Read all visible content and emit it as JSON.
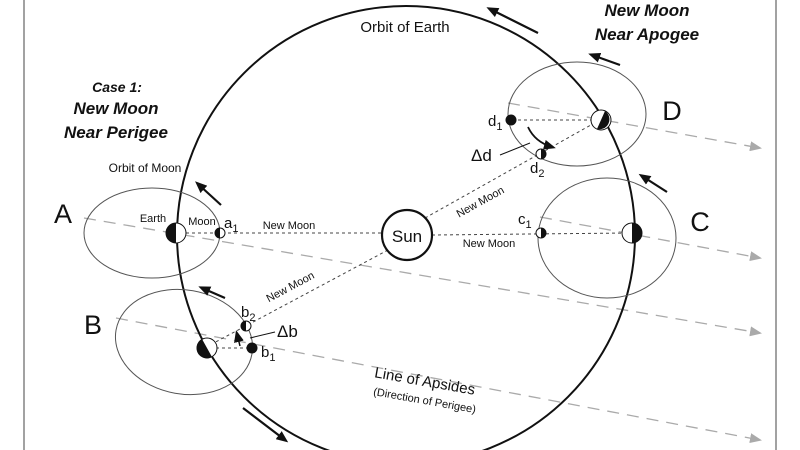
{
  "title_case": "Case 1:",
  "title_left_1": "New Moon",
  "title_left_2": "Near Perigee",
  "title_right_1": "New Moon",
  "title_right_2": "Near Apogee",
  "orbit_earth": "Orbit of Earth",
  "orbit_moon": "Orbit of Moon",
  "sun": "Sun",
  "earth": "Earth",
  "moon": "Moon",
  "new_moon": "New Moon",
  "positions": {
    "a": "A",
    "b": "B",
    "c": "C",
    "d": "D"
  },
  "moons": {
    "a1": "a",
    "a1s": "1",
    "b1": "b",
    "b1s": "1",
    "b2": "b",
    "b2s": "2",
    "c1": "c",
    "c1s": "1",
    "d1": "d",
    "d1s": "1",
    "d2": "d",
    "d2s": "2"
  },
  "delta_b": "Δb",
  "delta_d": "Δd",
  "apsides": "Line of Apsides",
  "apsides_sub": "(Direction of  Perigee)",
  "colors": {
    "line": "#111111",
    "dash": "#aaaaaa"
  }
}
